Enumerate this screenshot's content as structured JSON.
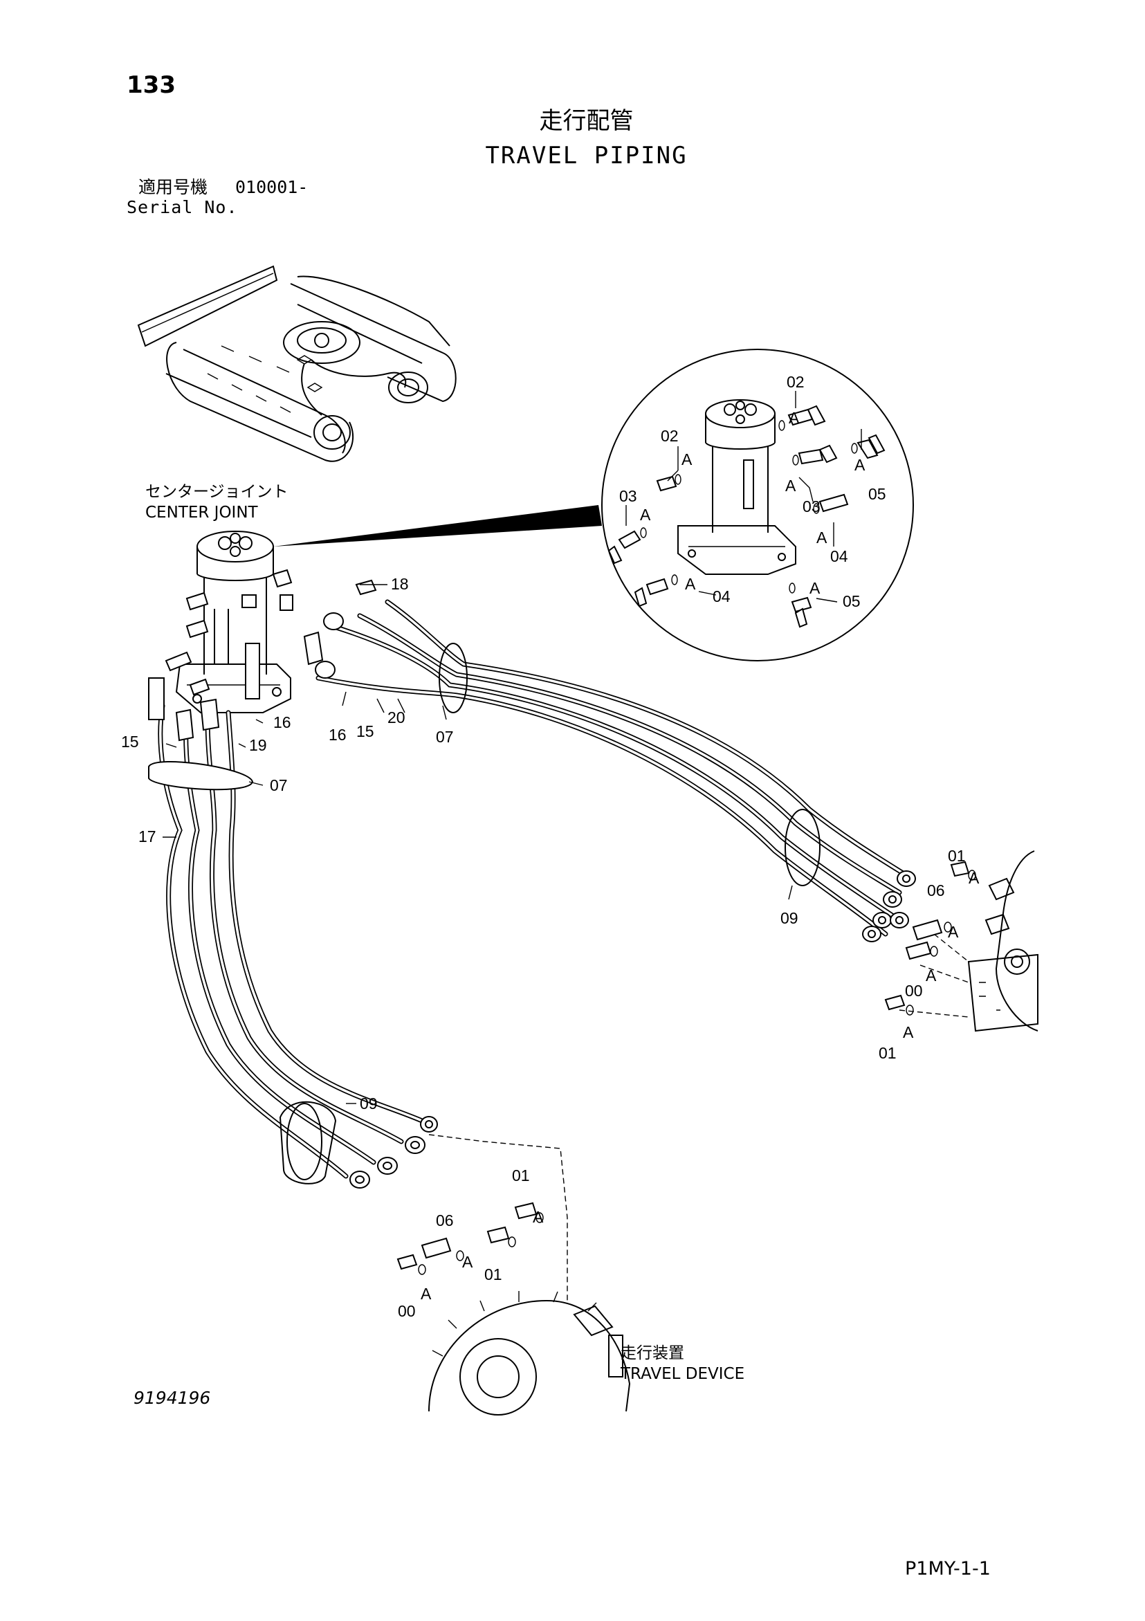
{
  "header": {
    "page_number": "133",
    "title_jp": "走行配管",
    "title_en": "TRAVEL PIPING",
    "serial_label_jp": "適用号機",
    "serial_value": "010001-",
    "serial_label_en": "Serial No."
  },
  "labels": {
    "center_joint_jp": "センタージョイント",
    "center_joint_en": "CENTER JOINT",
    "travel_device_jp": "走行装置",
    "travel_device_en": "TRAVEL DEVICE"
  },
  "callouts": {
    "c00": "00",
    "c01": "01",
    "c02": "02",
    "c03": "03",
    "c04": "04",
    "c05": "05",
    "c06": "06",
    "c07": "07",
    "c09": "09",
    "c15": "15",
    "c16": "16",
    "c17": "17",
    "c18": "18",
    "c19": "19",
    "c20": "20",
    "a": "A"
  },
  "footer": {
    "drawing_number": "9194196",
    "page_code": "P1MY-1-1"
  }
}
